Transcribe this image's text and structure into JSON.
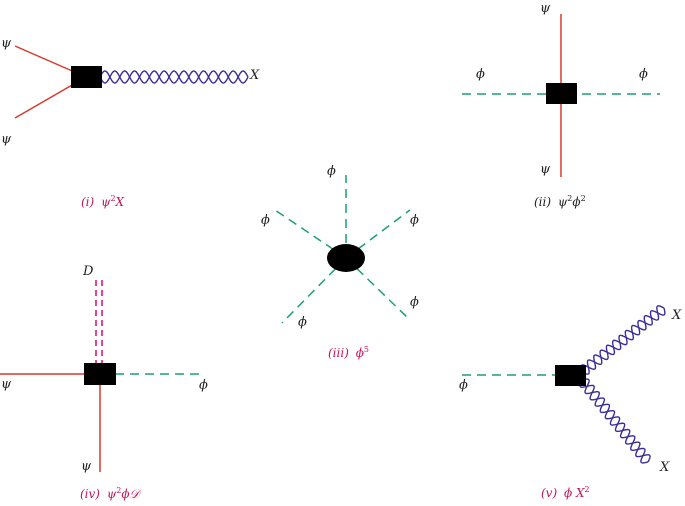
{
  "colors": {
    "fermion": "#d63a2b",
    "scalar": "#1f9e7a",
    "gauge": "#3b2d99",
    "derivative": "#e0308a",
    "vertex": "#000000",
    "caption_pink": "#c2185b",
    "caption_dark": "#222222"
  },
  "labels": {
    "psi": "ψ",
    "phi": "ϕ",
    "X": "X",
    "D": "D"
  },
  "captions": {
    "i": {
      "roman": "(i)",
      "base": "ψ",
      "sup": "2",
      "rest": "X"
    },
    "ii": {
      "roman": "(ii)",
      "base": "ψ",
      "sup": "2",
      "rest": "ϕ",
      "sup2": "2"
    },
    "iii": {
      "roman": "(iii)",
      "base": "ϕ",
      "sup": "5"
    },
    "iv": {
      "roman": "(iv)",
      "base": "ψ",
      "sup": "2",
      "rest": "ϕ𝒟"
    },
    "v": {
      "roman": "(v)",
      "base": "ϕ X",
      "sup": "2"
    }
  }
}
